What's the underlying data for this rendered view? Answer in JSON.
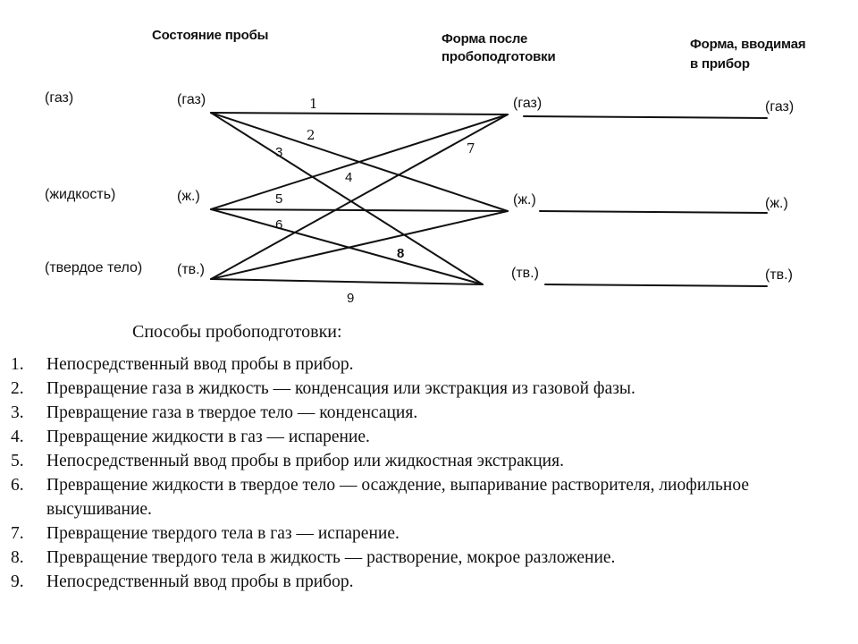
{
  "headers": {
    "sample_state": "Состояние пробы",
    "after_prep_line1": "Форма после",
    "after_prep_line2": "пробоподготовки",
    "into_instrument_line1": "Форма, вводимая",
    "into_instrument_line2": "в прибор"
  },
  "states": [
    {
      "full": "(газ)",
      "short": "(газ)",
      "prep": "(газ)",
      "instr": "(газ)"
    },
    {
      "full": "(жидкость)",
      "short": "(ж.)",
      "prep": "(ж.)",
      "instr": "(ж.)"
    },
    {
      "full": "(твердое тело)",
      "short": "(тв.)",
      "prep": "(тв.)",
      "instr": "(тв.)"
    }
  ],
  "path_numbers": [
    "1",
    "2",
    "3",
    "4",
    "5",
    "6",
    "7",
    "8",
    "9"
  ],
  "caption": "Способы пробоподготовки:",
  "methods": [
    {
      "n": "1.",
      "text": "Непосредственный ввод пробы в прибор."
    },
    {
      "n": "2.",
      "text": "Превращение газа в жидкость — конденсация или экстракция из газовой фазы."
    },
    {
      "n": "3.",
      "text": "Превращение газа в твердое тело — конденсация."
    },
    {
      "n": "4.",
      "text": "Превращение жидкости в газ — испарение."
    },
    {
      "n": "5.",
      "text": "Непосредственный ввод пробы в прибор или жидкостная экстракция."
    },
    {
      "n": "6.",
      "text": "Превращение жидкости в твердое тело — осаждение, выпаривание растворителя, лиофильное высушивание."
    },
    {
      "n": "7.",
      "text": "Превращение твердого тела в газ — испарение."
    },
    {
      "n": "8.",
      "text": "Превращение твердого тела в жидкость — растворение, мокрое разложение."
    },
    {
      "n": "9.",
      "text": "Непосредственный ввод пробы в прибор."
    }
  ],
  "colors": {
    "ink": "#111111",
    "background": "#ffffff"
  }
}
